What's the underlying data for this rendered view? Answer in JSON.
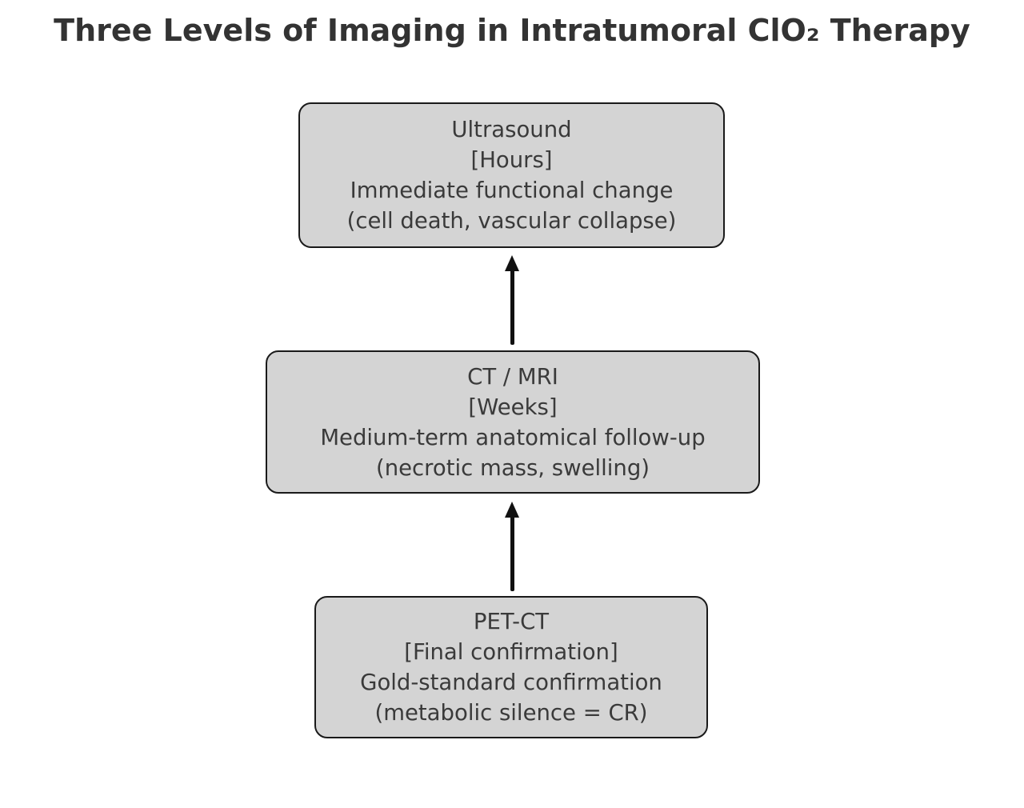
{
  "title": "Three Levels of Imaging in Intratumoral ClO₂ Therapy",
  "colors": {
    "background": "#ffffff",
    "box_fill": "#d4d4d4",
    "box_border": "#1a1a1a",
    "box_text": "#3a3a3a",
    "title_text": "#333333",
    "arrow": "#111111"
  },
  "nodes": [
    {
      "id": "ultrasound",
      "lines": [
        "Ultrasound",
        "[Hours]",
        "Immediate functional change",
        "(cell death, vascular collapse)"
      ]
    },
    {
      "id": "ct-mri",
      "lines": [
        "CT / MRI",
        "[Weeks]",
        "Medium-term anatomical follow-up",
        "(necrotic mass, swelling)"
      ]
    },
    {
      "id": "pet-ct",
      "lines": [
        "PET-CT",
        "[Final confirmation]",
        "Gold-standard confirmation",
        "(metabolic silence = CR)"
      ]
    }
  ],
  "arrows": [
    {
      "from": "ct-mri",
      "to": "ultrasound",
      "direction": "up"
    },
    {
      "from": "pet-ct",
      "to": "ct-mri",
      "direction": "up"
    }
  ]
}
